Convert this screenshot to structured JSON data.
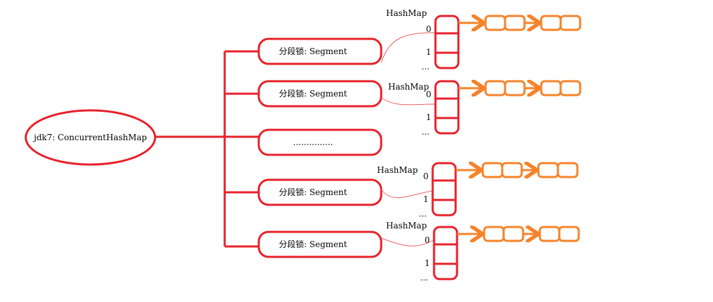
{
  "root": {
    "label": "jdk7: ConcurrentHashMap"
  },
  "colors": {
    "red": "#e8202a",
    "orange": "#f5832a",
    "thin": "#f06060"
  },
  "segments": [
    {
      "label": "分段锁: Segment",
      "hashmap_label": "HashMap",
      "indices": [
        "0",
        "1"
      ],
      "ellipsis": "..."
    },
    {
      "label": "分段锁: Segment",
      "hashmap_label": "HashMap",
      "indices": [
        "0",
        "1"
      ],
      "ellipsis": "..."
    },
    {
      "label": "...............",
      "placeholder": true
    },
    {
      "label": "分段锁: Segment",
      "hashmap_label": "HashMap",
      "indices": [
        "0",
        "1"
      ],
      "ellipsis": "..."
    },
    {
      "label": "分段锁: Segment",
      "hashmap_label": "HashMap",
      "indices": [
        "0",
        "1"
      ],
      "ellipsis": "..."
    }
  ]
}
